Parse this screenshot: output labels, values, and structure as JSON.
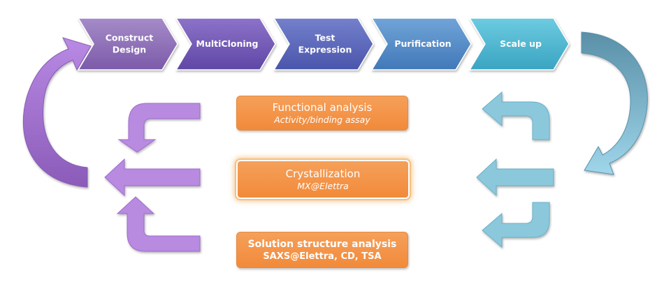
{
  "pipeline": {
    "steps": [
      {
        "lines": [
          "Construct",
          "Design"
        ]
      },
      {
        "lines": [
          "MultiCloning"
        ]
      },
      {
        "lines": [
          "Test",
          "Expression"
        ]
      },
      {
        "lines": [
          "Purification"
        ]
      },
      {
        "lines": [
          "Scale up"
        ]
      }
    ]
  },
  "analyses": {
    "functional": {
      "title": "Functional analysis",
      "subtitle": "Activity/binding assay"
    },
    "crystallization": {
      "title": "Crystallization",
      "subtitle": "MX@Elettra"
    },
    "solution": {
      "title": "Solution structure analysis",
      "subtitle": "SAXS@Elettra, CD, TSA"
    }
  },
  "colors": {
    "step_colors": [
      "#8c6bb4",
      "#6e56b4",
      "#5662b8",
      "#4e86c4",
      "#4ab0cc"
    ],
    "return_arrow": "#b88ae0",
    "input_arrow": "#8cc8dc",
    "box": "#f28e44"
  }
}
